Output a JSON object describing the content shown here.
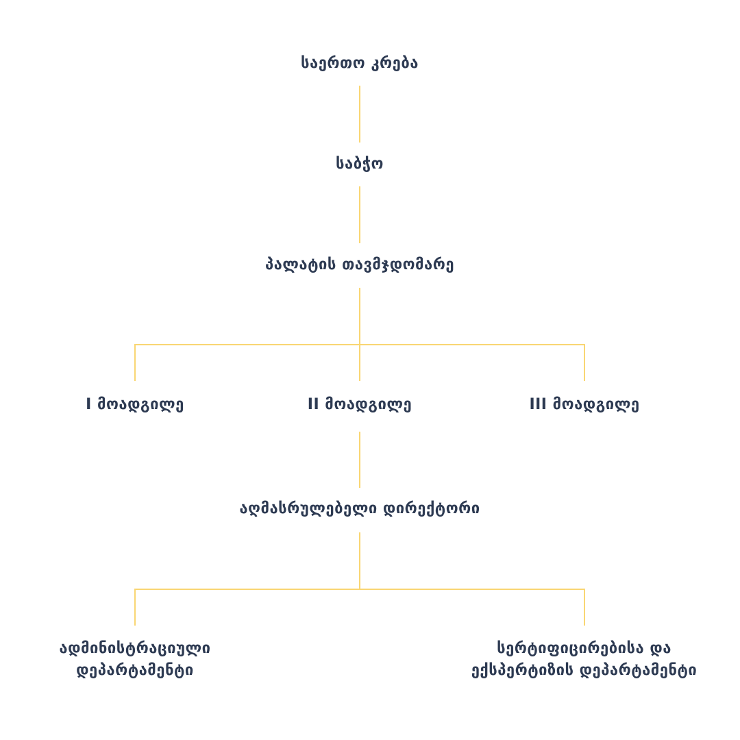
{
  "nodes": {
    "general_assembly": "საერთო კრება",
    "council": "საბჭო",
    "chamber_chairman": "პალატის თავმჯდომარე",
    "deputy_1": "I მოადგილე",
    "deputy_2": "II მოადგილე",
    "deputy_3": "III მოადგილე",
    "executive_director": "აღმასრულებელი დირექტორი",
    "admin_department": [
      "ადმინისტრაციული",
      "დეპარტამენტი"
    ],
    "certification_department": [
      "სერტიფიცირებისა და",
      "ექსპერტიზის დეპარტამენტი"
    ]
  },
  "colors": {
    "text": "#2d3a52",
    "connector": "#f9d673",
    "background": "#ffffff"
  }
}
